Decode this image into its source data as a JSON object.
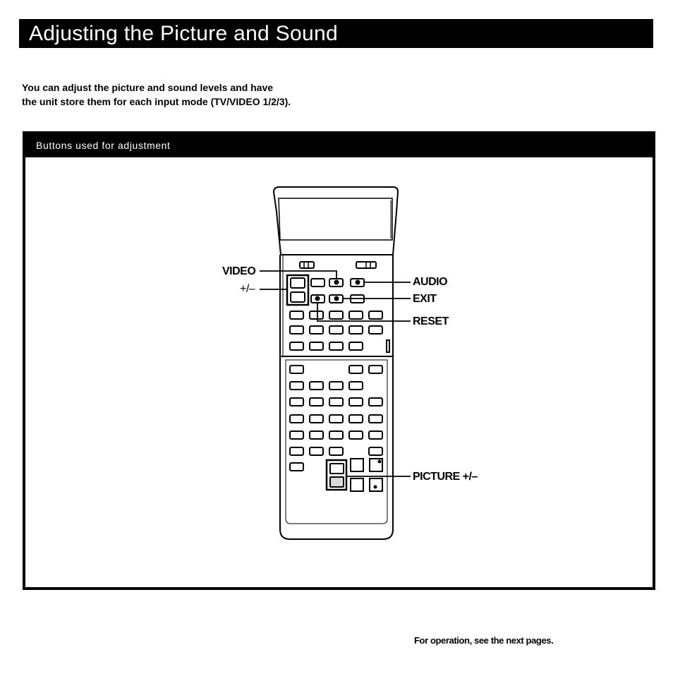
{
  "page": {
    "title": "Adjusting the Picture and Sound",
    "intro_line1": "You can adjust the picture and sound levels and have",
    "intro_line2": "the unit store them for each input mode (TV/VIDEO 1/2/3).",
    "footer": "For operation, see the next pages."
  },
  "panel": {
    "header": "Buttons used for adjustment"
  },
  "callouts": {
    "video": "VIDEO",
    "video_plusminus": "+/–",
    "audio": "AUDIO",
    "exit": "EXIT",
    "reset": "RESET",
    "picture": "PICTURE +/–"
  },
  "icons": {
    "remote": "remote-control-illustration"
  }
}
